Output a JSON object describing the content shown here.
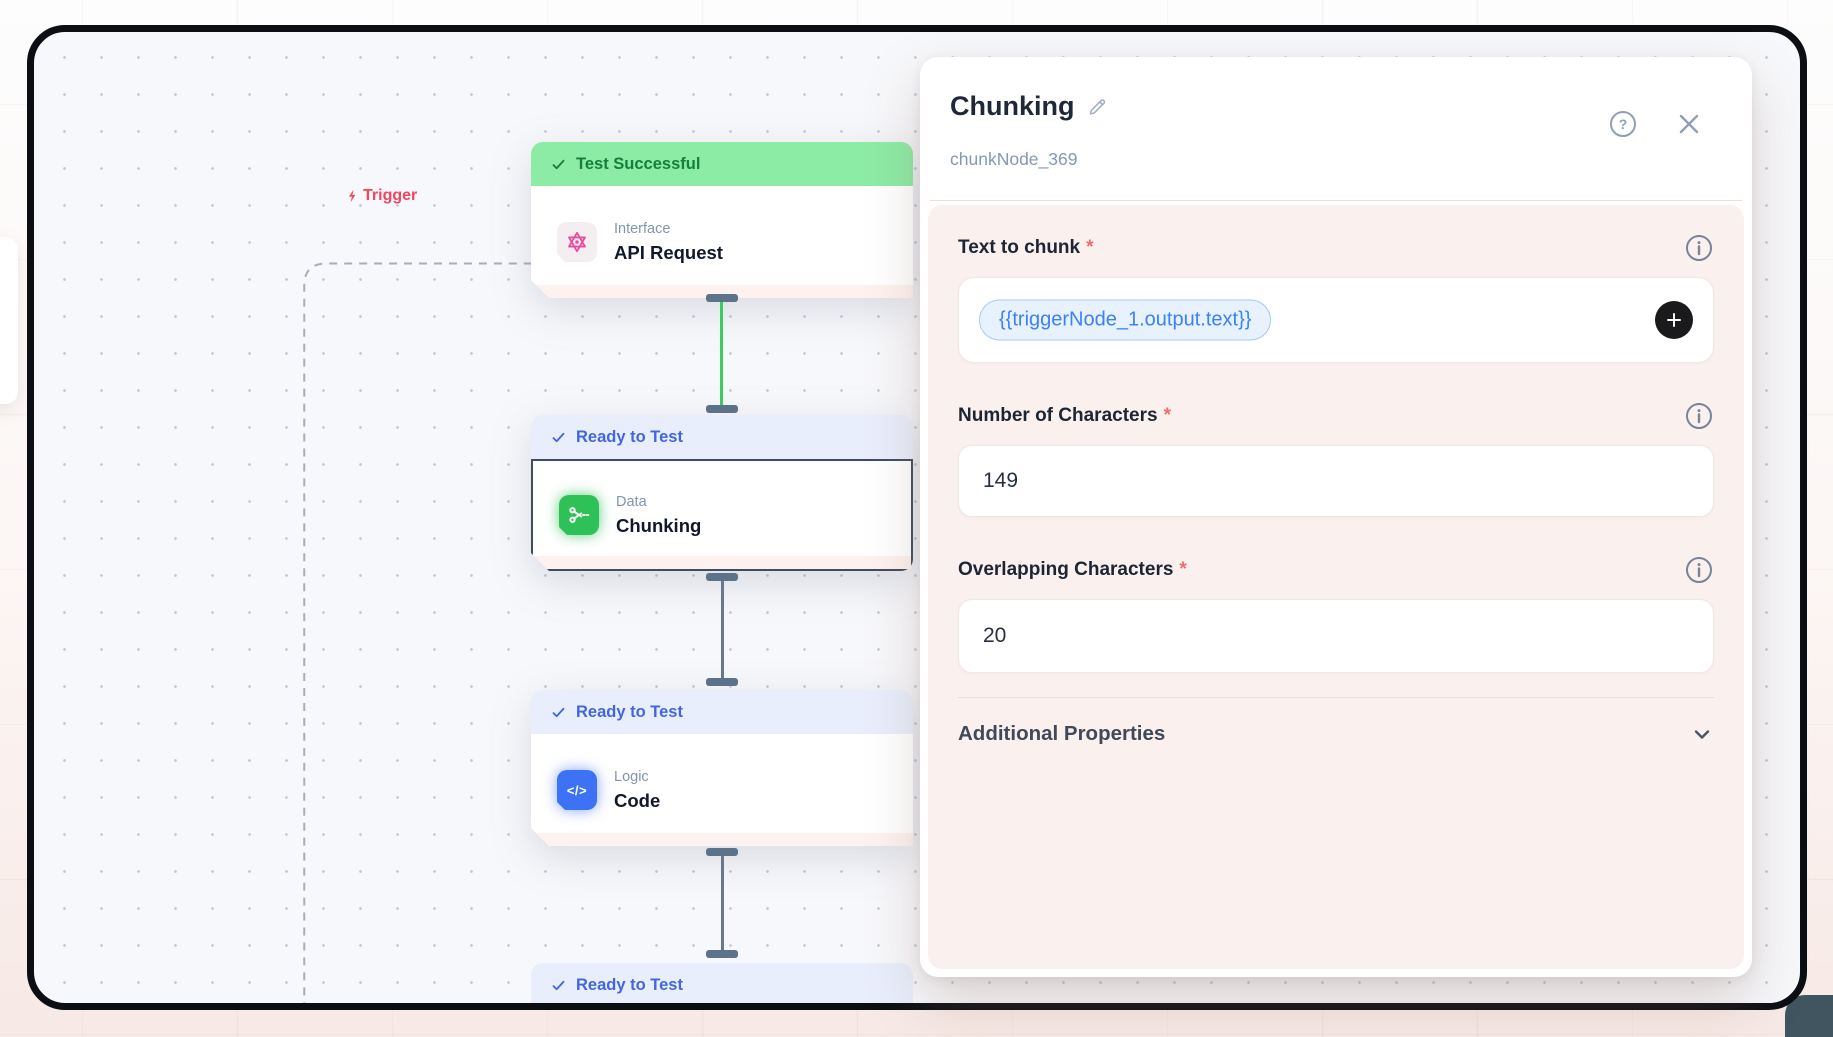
{
  "canvas": {
    "trigger_label": "Trigger",
    "nodes": [
      {
        "status": "Test Successful",
        "category": "Interface",
        "title": "API Request"
      },
      {
        "status": "Ready to Test",
        "category": "Data",
        "title": "Chunking"
      },
      {
        "status": "Ready to Test",
        "category": "Logic",
        "title": "Code"
      }
    ],
    "partial_bottom_badge": "Ready to Test"
  },
  "panel": {
    "title": "Chunking",
    "subtitle": "chunkNode_369",
    "required_marker": "*",
    "fields": [
      {
        "label": "Text to chunk",
        "token": "{{triggerNode_1.output.text}}"
      },
      {
        "label": "Number of Characters",
        "value": "149"
      },
      {
        "label": "Overlapping Characters",
        "value": "20"
      }
    ],
    "additional_properties_label": "Additional Properties"
  },
  "icons": {
    "code_glyph": "</>"
  },
  "colors": {
    "success_badge_bg": "#8ceba4",
    "success_badge_text": "#15803d",
    "ready_badge_bg": "#e9eefc",
    "ready_badge_text": "#4466dd",
    "trigger_red": "#f5455f",
    "token_blue": "#3b82f6",
    "data_tile_green": "#2dc157",
    "logic_tile_blue": "#3d72f4",
    "api_glyph_pink": "#ea4c9e",
    "panel_section_bg": "#faf1ee"
  }
}
